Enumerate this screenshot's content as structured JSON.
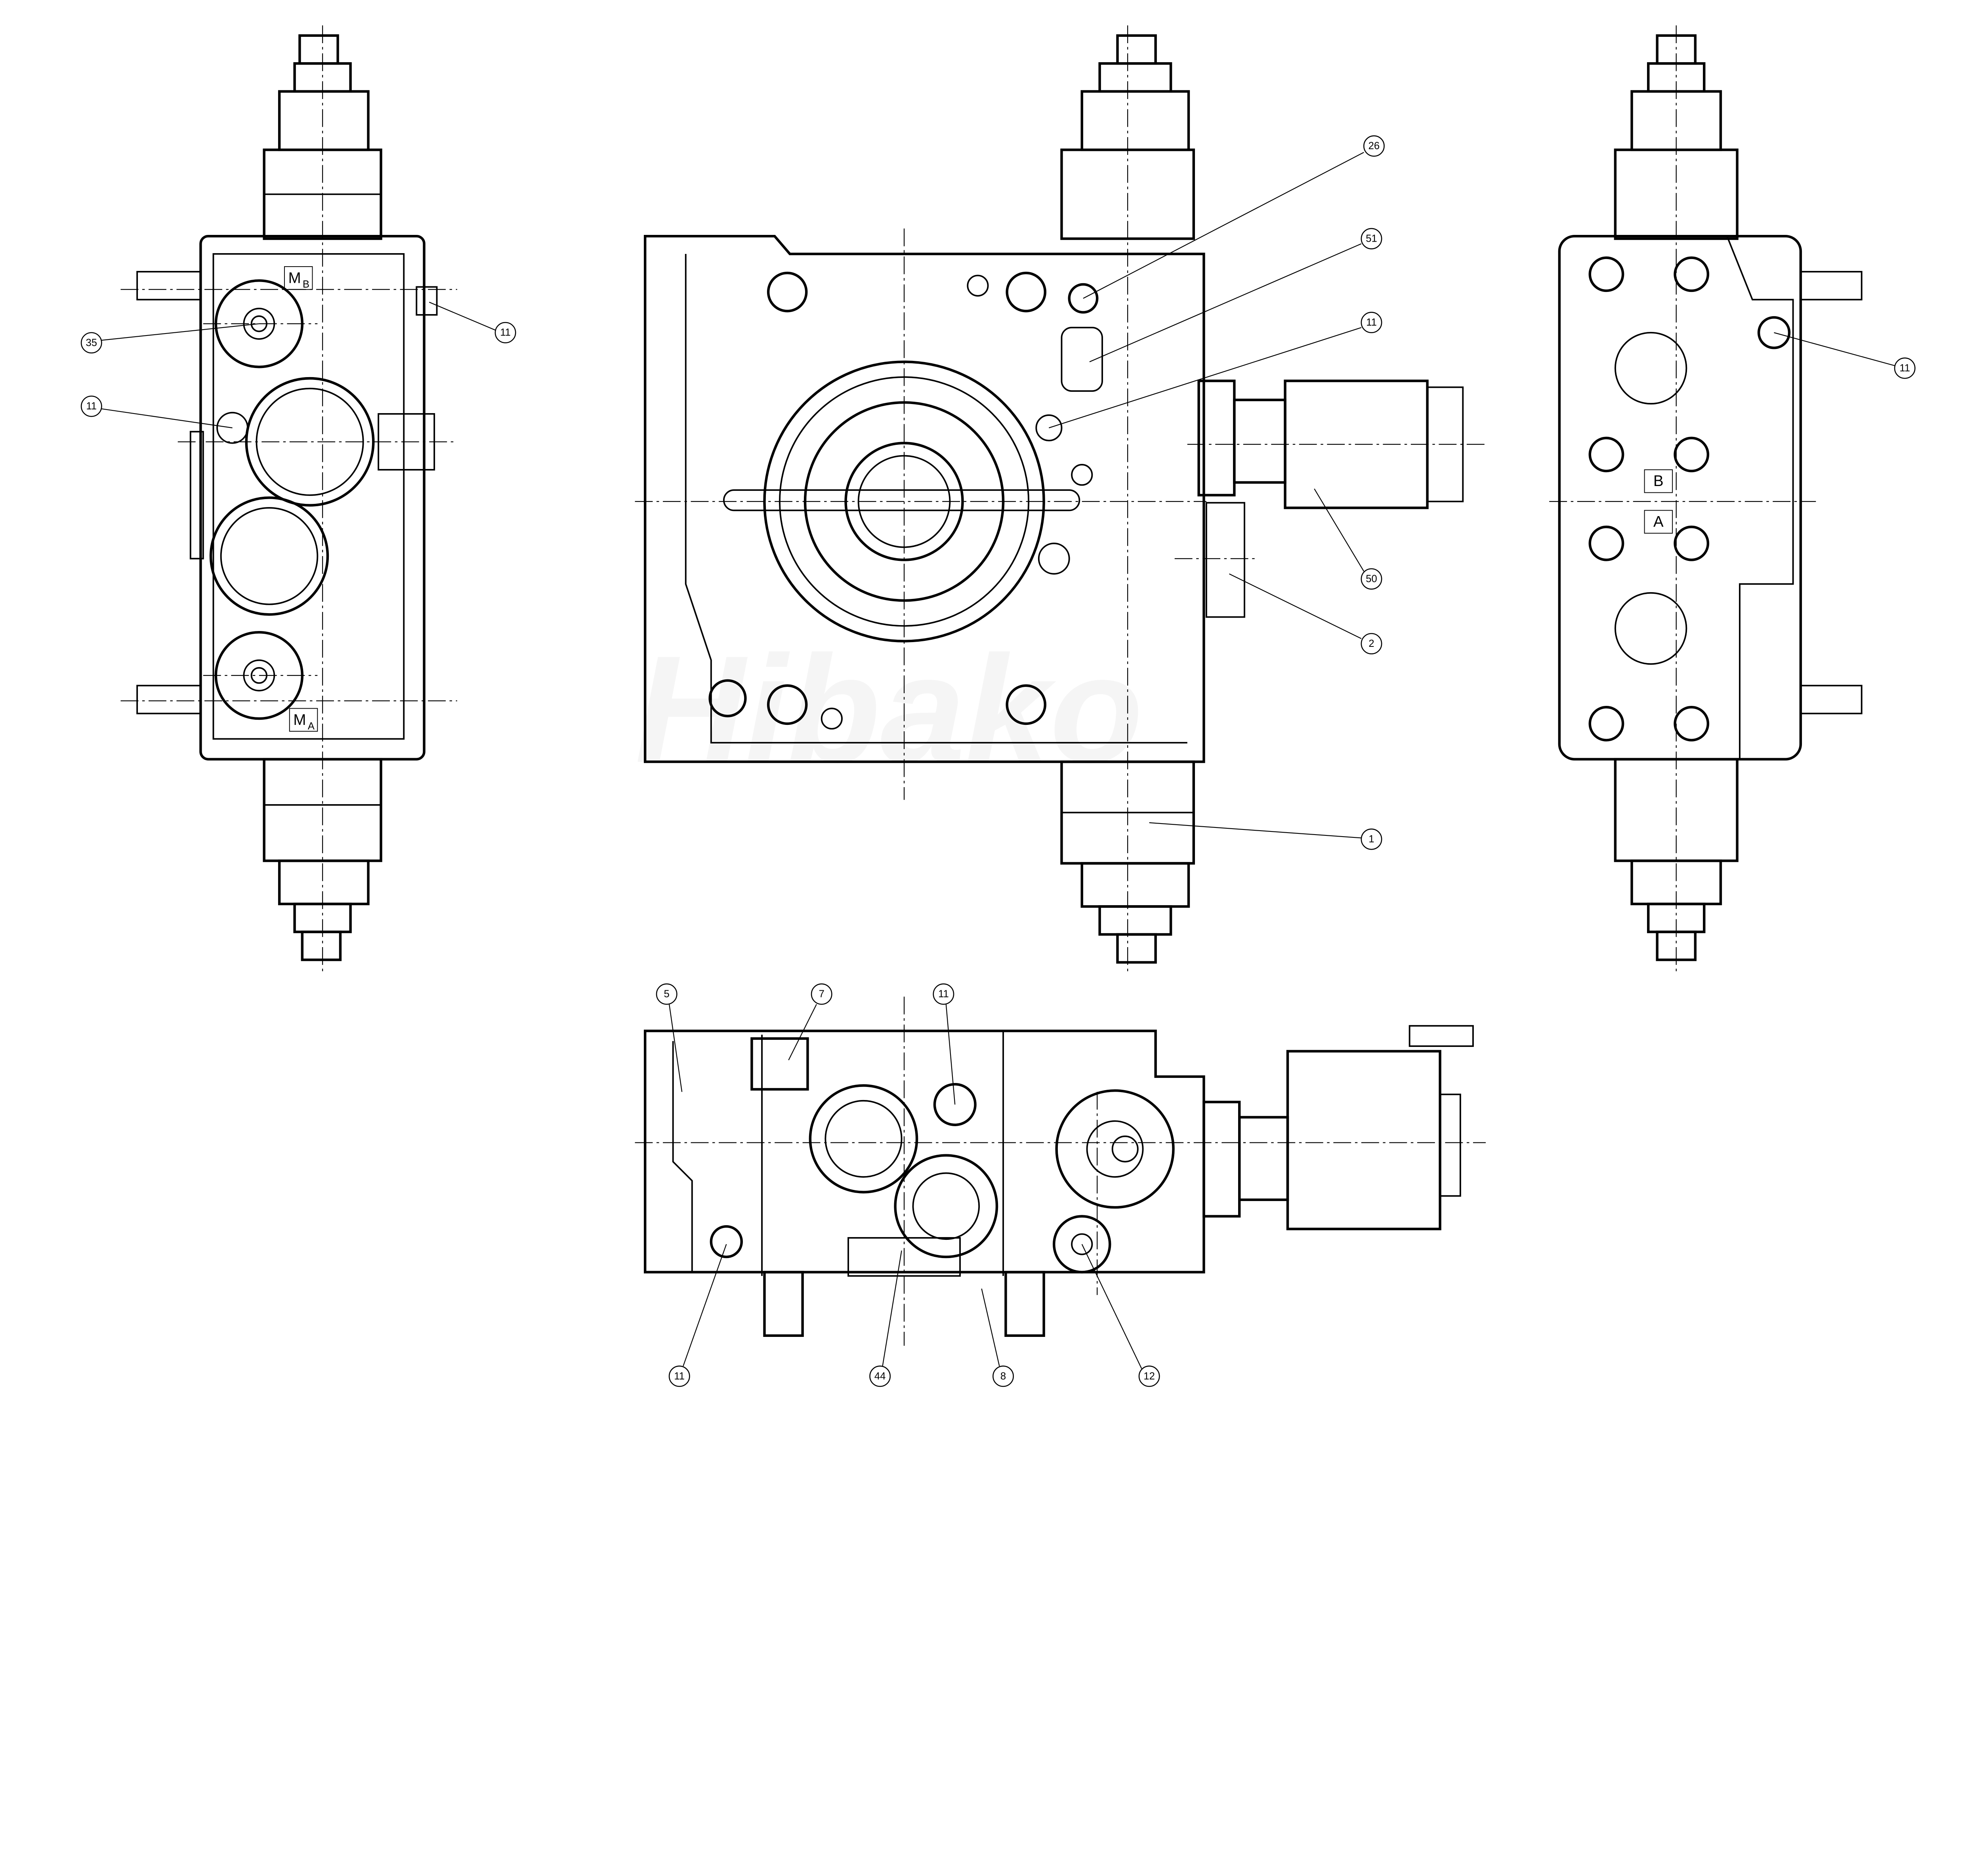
{
  "drawing": {
    "watermark": "Hibako",
    "views": {
      "left": {
        "port_labels": [
          {
            "main": "M",
            "sub": "B"
          },
          {
            "main": "M",
            "sub": "A"
          }
        ],
        "callouts": [
          "35",
          "11",
          "11"
        ]
      },
      "front": {
        "callouts": [
          "26",
          "51",
          "11",
          "50",
          "2",
          "1"
        ]
      },
      "right": {
        "port_labels": [
          "B",
          "A"
        ],
        "callouts": [
          "11"
        ]
      },
      "bottom": {
        "callouts": [
          "5",
          "7",
          "11",
          "11",
          "44",
          "8",
          "12"
        ]
      }
    }
  }
}
